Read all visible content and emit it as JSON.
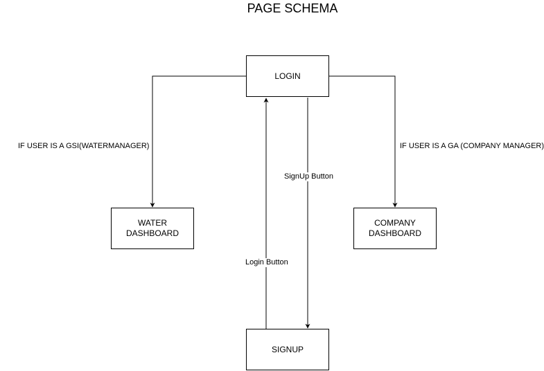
{
  "title": "PAGE SCHEMA",
  "nodes": {
    "login": {
      "lines": [
        "LOGIN"
      ]
    },
    "water_dashboard": {
      "lines": [
        "WATER",
        "DASHBOARD"
      ]
    },
    "company_dashboard": {
      "lines": [
        "COMPANY",
        "DASHBOARD"
      ]
    },
    "signup": {
      "lines": [
        "SIGNUP"
      ]
    }
  },
  "edges": {
    "login_to_water": {
      "label": "IF USER IS A GSI(WATERMANAGER)"
    },
    "login_to_company": {
      "label": "IF USER IS A GA (COMPANY MANAGER)"
    },
    "login_to_signup": {
      "label": "SignUp Button"
    },
    "signup_to_login": {
      "label": "Login Button"
    }
  },
  "colors": {
    "stroke": "#000000",
    "background": "#ffffff"
  }
}
